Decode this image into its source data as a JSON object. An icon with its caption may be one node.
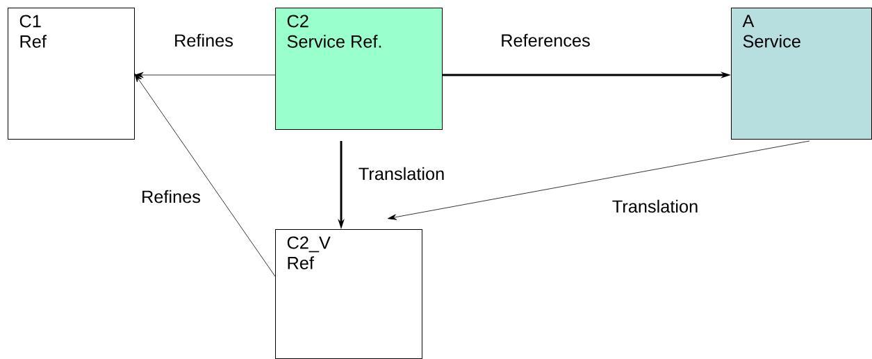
{
  "diagram": {
    "nodes": [
      {
        "text": [
          "C1",
          "Ref"
        ]
      },
      {
        "text": [
          "C2",
          "Service Ref."
        ]
      },
      {
        "text": [
          "A",
          "Service"
        ]
      },
      {
        "text": [
          "C2_V",
          "Ref"
        ]
      }
    ],
    "edges": [
      {
        "from": 1,
        "to": 0,
        "arrow": "to",
        "label": "Refines"
      },
      {
        "from": 1,
        "to": 2,
        "arrow": "to",
        "label": "References",
        "style": "thick"
      },
      {
        "from": 1,
        "to": 3,
        "arrow": "to",
        "label": "Translation",
        "style": "thick"
      },
      {
        "from": 2,
        "to": 3,
        "arrow": "to",
        "label": "Translation"
      },
      {
        "from": 3,
        "to": 0,
        "arrow": "to",
        "label": "Refines"
      }
    ]
  }
}
